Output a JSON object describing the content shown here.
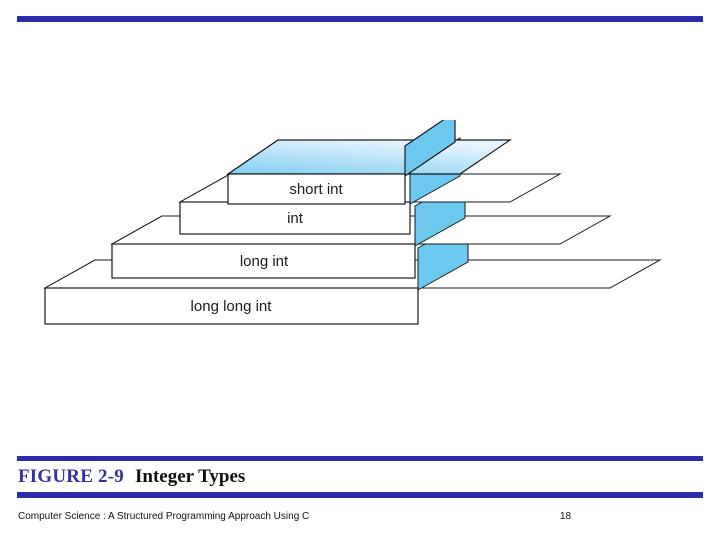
{
  "slide": {
    "background_color": "#ffffff",
    "rule_color": "#2B2BAE"
  },
  "figure": {
    "type": "stepped-pyramid-3d",
    "description": "Four stacked slabs forming a stepped pyramid, widest at the bottom",
    "top_face_color": "#ADDDF5",
    "side_face_color": "#6BC8EE",
    "front_face_color": "#FFFFFF",
    "outline_color": "#1A1A1A",
    "levels": [
      {
        "label": "short int",
        "level": 1
      },
      {
        "label": "int",
        "level": 2
      },
      {
        "label": "long int",
        "level": 3
      },
      {
        "label": "long long int",
        "level": 4
      }
    ]
  },
  "caption": {
    "number": "FIGURE 2-9",
    "title": "Integer Types",
    "number_color": "#32329B",
    "title_color": "#101010"
  },
  "footer": {
    "book_title": "Computer Science : A Structured Programming Approach Using C",
    "page_number": "18"
  }
}
